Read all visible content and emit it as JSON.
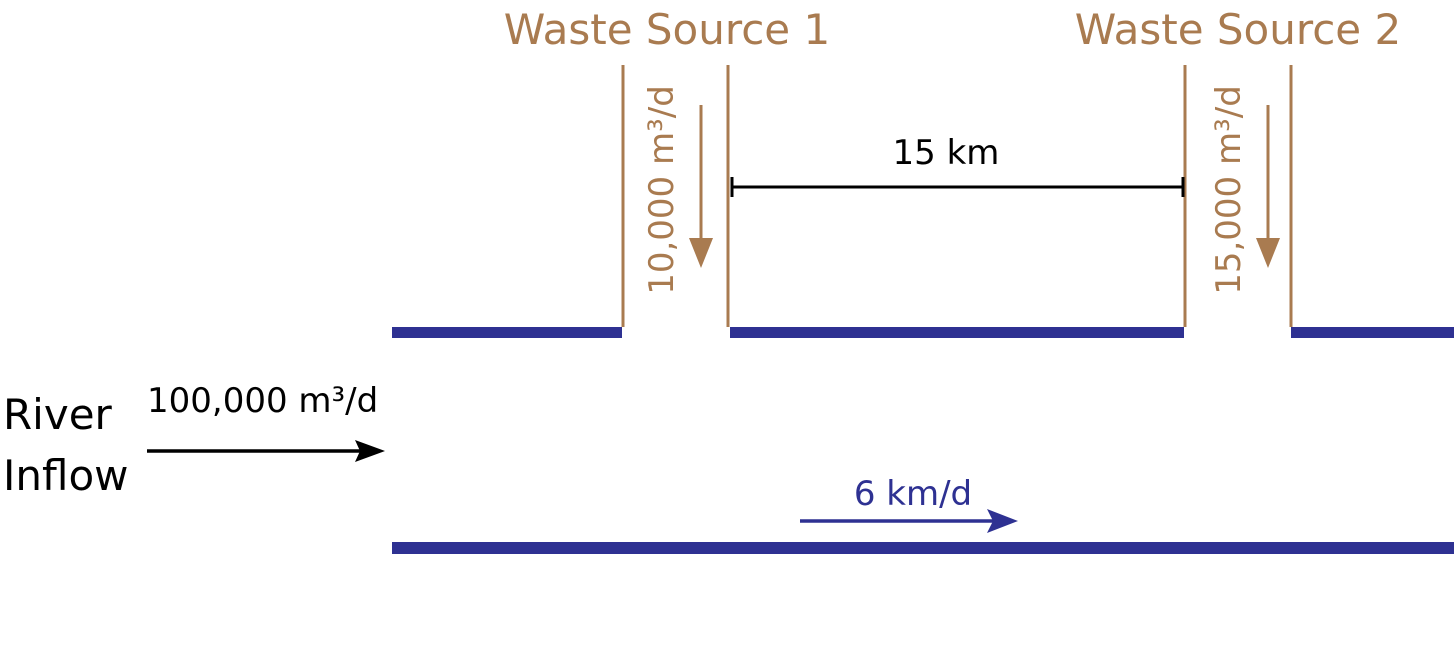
{
  "colors": {
    "waste": "#a97b50",
    "river": "#2e3192",
    "text": "#000000"
  },
  "sources": [
    {
      "title": "Waste Source 1",
      "flow": "10,000 m³/d"
    },
    {
      "title": "Waste Source 2",
      "flow": "15,000 m³/d"
    }
  ],
  "distance_label": "15 km",
  "inflow": {
    "label_line1": "River",
    "label_line2": "Inflow",
    "flow": "100,000 m³/d"
  },
  "velocity_label": "6 km/d"
}
